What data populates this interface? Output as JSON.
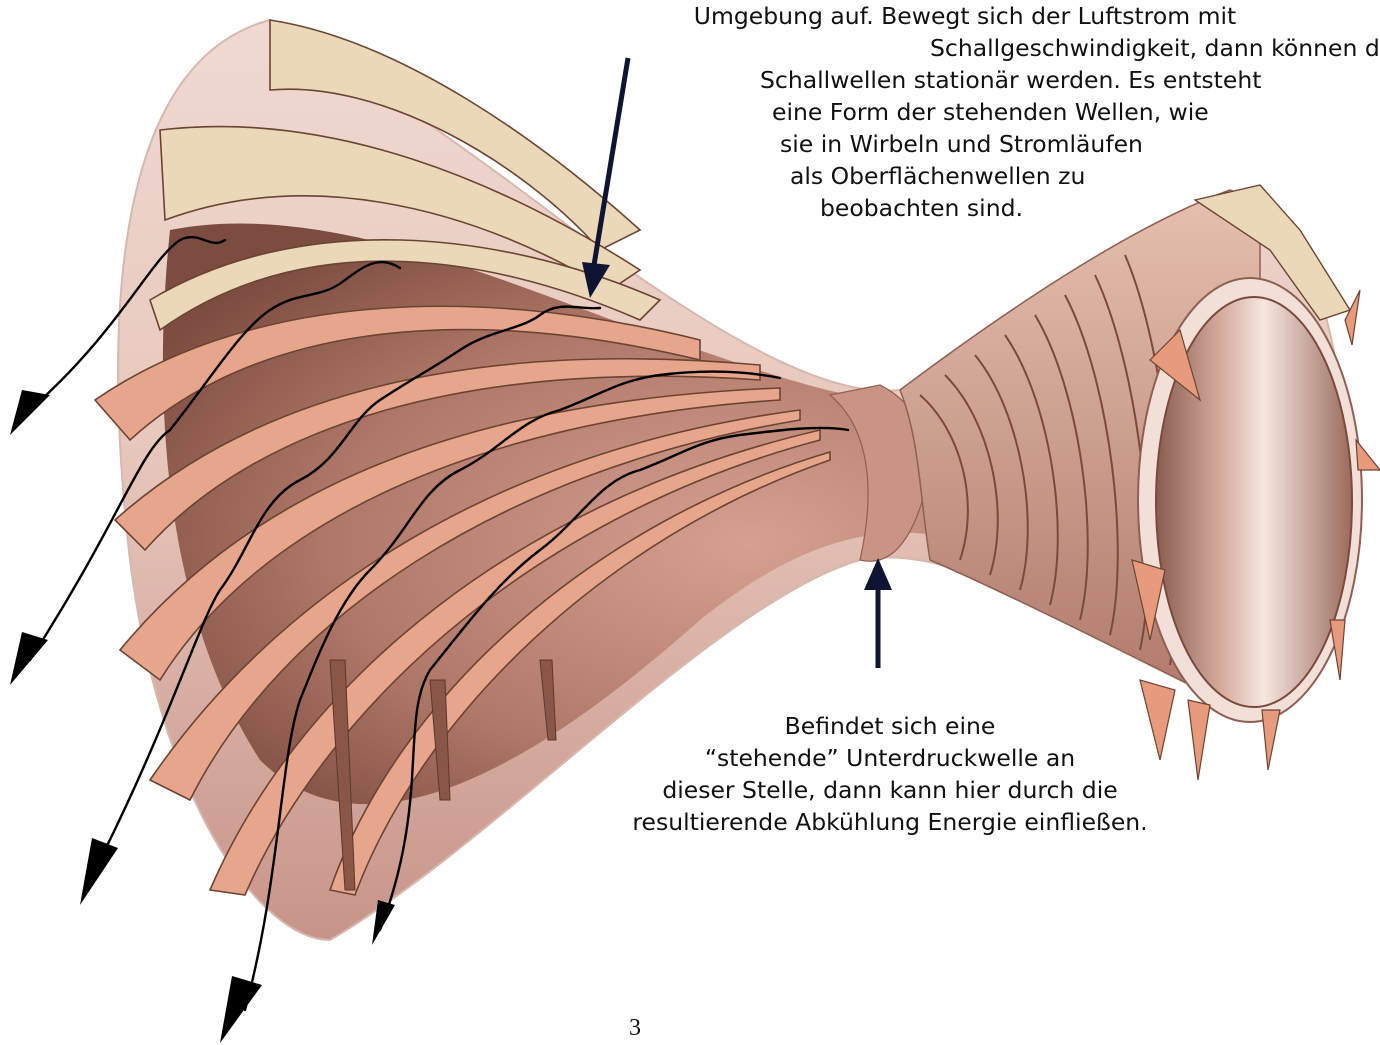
{
  "diagram": {
    "caption_top": [
      "Umgebung auf. Bewegt sich der Luftstrom mit",
      "Schallgeschwindigkeit, dann können die",
      "Schallwellen stationär werden. Es entsteht",
      "eine Form der stehenden Wellen, wie",
      "sie in Wirbeln und Stromläufen",
      "als Oberflächenwellen zu",
      "beobachten sind."
    ],
    "caption_bottom": [
      "Befindet sich eine",
      "“stehende” Unterdruckwelle an",
      "dieser Stelle, dann kann hier durch die",
      "resultierende Abkühlung Energie einfließen."
    ],
    "page_number": "3"
  },
  "colors": {
    "funnel_light": "#f4e4dc",
    "funnel_mid": "#d9a898",
    "funnel_dark": "#7a4a3c",
    "vane_light": "#e8d2ae",
    "vane_salmon": "#e8a88e",
    "vane_edge": "#6b4434",
    "arrow": "#000000",
    "arrow_navy": "#0f1433"
  }
}
